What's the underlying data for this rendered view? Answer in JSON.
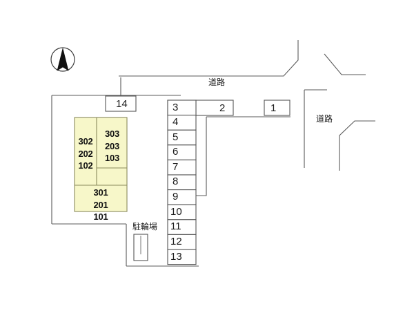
{
  "diagram": {
    "title": "site-layout-plan",
    "compass": {
      "name": "north-arrow",
      "direction": "N"
    },
    "colors": {
      "building_fill": "#f7f7c9",
      "building_stroke": "#8a8a5c",
      "line": "#4d4d4d",
      "stall_fill": "#ffffff",
      "stall_stroke": "#555555",
      "text": "#111111"
    },
    "road_labels": [
      {
        "text": "道路",
        "position": "top"
      },
      {
        "text": "道路",
        "position": "right"
      }
    ],
    "bike_parking": {
      "label": "駐輪場"
    },
    "building": {
      "blocks": [
        {
          "id": "west-upper",
          "units": [
            "302",
            "202",
            "102"
          ]
        },
        {
          "id": "east-upper",
          "units": [
            "303",
            "203",
            "103"
          ]
        },
        {
          "id": "south",
          "units": [
            "301",
            "201",
            "101"
          ]
        }
      ]
    },
    "parking": {
      "top_row": [
        {
          "number": "3"
        },
        {
          "number": "2"
        },
        {
          "number": "1"
        }
      ],
      "isolated": [
        {
          "number": "14"
        }
      ],
      "column": [
        {
          "number": "3"
        },
        {
          "number": "4"
        },
        {
          "number": "5"
        },
        {
          "number": "6"
        },
        {
          "number": "7"
        },
        {
          "number": "8"
        },
        {
          "number": "9"
        },
        {
          "number": "10"
        },
        {
          "number": "11"
        },
        {
          "number": "12"
        },
        {
          "number": "13"
        }
      ]
    }
  }
}
